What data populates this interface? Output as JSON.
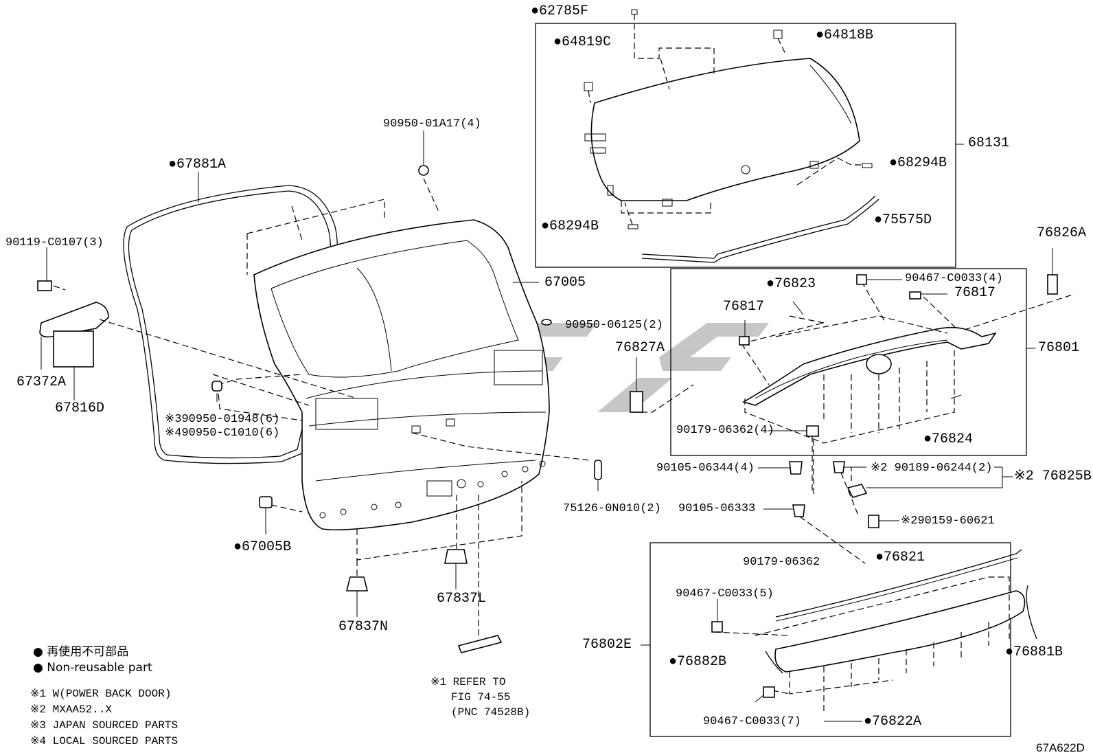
{
  "brand_colors": {
    "line": "#000000",
    "background": "#ffffff",
    "watermark": "#b8b8b8"
  },
  "labels": {
    "p62785F": "●62785F",
    "p64819C": "●64819C",
    "p64818B": "●64818B",
    "p68131": "68131",
    "p68294B_right": "●68294B",
    "p68294B_left": "●68294B",
    "p75575D": "●75575D",
    "p90950_01A17": "90950-01A17(4)",
    "p67881A": "●67881A",
    "p90119": "90119-C0107(3)",
    "p67005": "67005",
    "p90950_06125": "90950-06125(2)",
    "p67372A": "67372A",
    "p67816D": "67816D",
    "p90950_01948": "※390950-01948(6)",
    "p90950_C1010": "※490950-C1010(6)",
    "p76826A": "76826A",
    "p76823": "●76823",
    "p90467_C0033_4": "90467-C0033(4)",
    "p76817_left": "76817",
    "p76817_right": "76817",
    "p76827A": "76827A",
    "p76801": "76801",
    "p90179_06362_4": "90179-06362(4)",
    "p76824": "●76824",
    "p90105_06344": "90105-06344(4)",
    "p90189": "※2 90189-06244(2)",
    "p76825B": "※2 76825B",
    "p75126": "75126-0N010(2)",
    "p90105_06333": "90105-06333",
    "p90159": "※290159-60621",
    "p67005B": "●67005B",
    "p90179_06362": "90179-06362",
    "p76821": "●76821",
    "p90467_C0033_5": "90467-C0033(5)",
    "p67837L": "67837L",
    "p67837N": "67837N",
    "p76802E": "76802E",
    "p76882B": "●76882B",
    "p76881B": "●76881B",
    "p90467_C0033_7": "90467-C0033(7)",
    "p76822A": "●76822A"
  },
  "refer_note": {
    "line1": "※1 REFER TO",
    "line2": "FIG 74-55",
    "line3": "(PNC 74528B)"
  },
  "legend": {
    "jp": "● 再使用不可部品",
    "en": "● Non-reusable part",
    "notes": [
      "※1 W(POWER BACK DOOR)",
      "※2 MXAA52..X",
      "※3 JAPAN SOURCED PARTS",
      "※4 LOCAL SOURCED PARTS"
    ]
  },
  "figure_code": "67A622D"
}
